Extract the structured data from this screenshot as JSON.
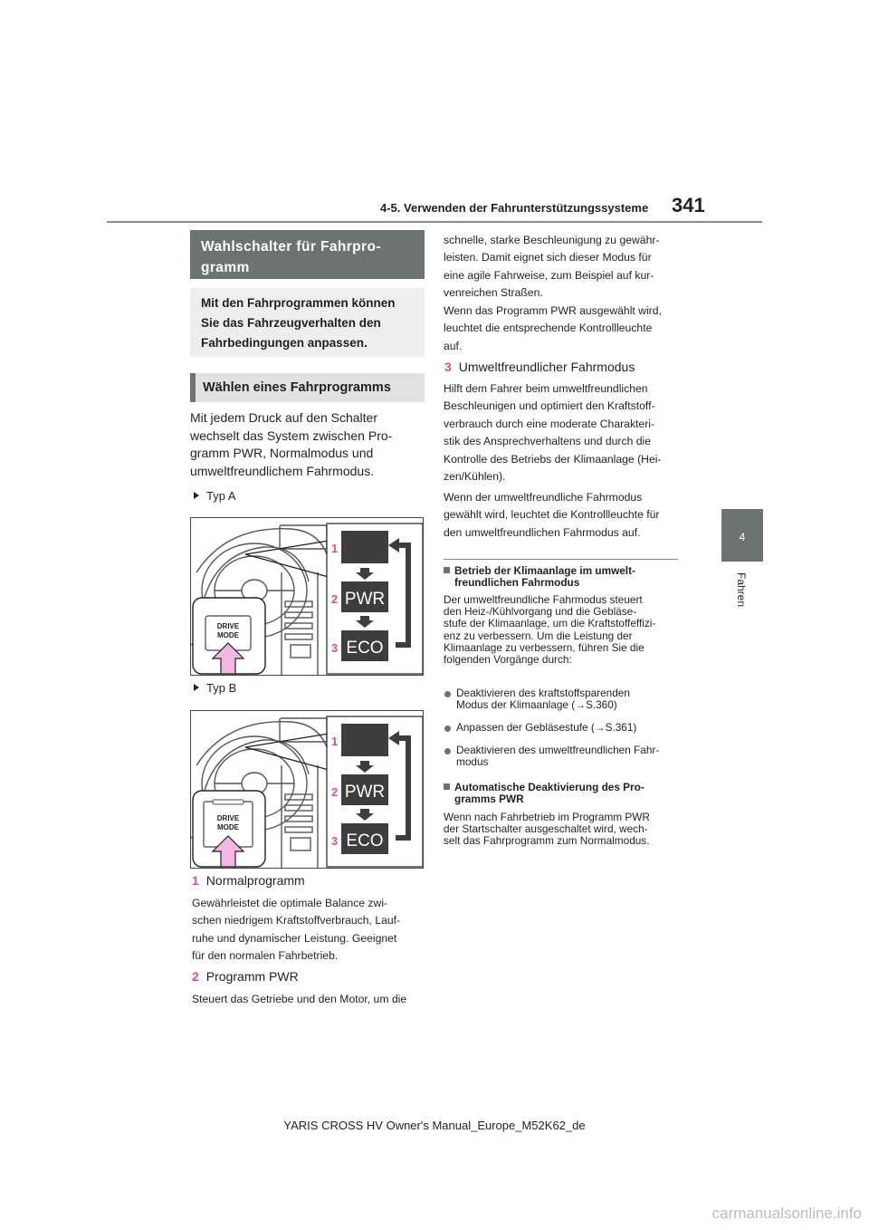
{
  "header": {
    "title": "4-5. Verwenden der Fahrunterstützungssysteme",
    "page_number": "341"
  },
  "chapter_tab": {
    "number": "4",
    "name": "Fahren"
  },
  "section": {
    "title_line1": "Wahlschalter für Fahrpro-",
    "title_line2": "gramm",
    "intro_line1": "Mit den Fahrprogrammen können",
    "intro_line2": "Sie das Fahrzeugverhalten den",
    "intro_line3": "Fahrbedingungen anpassen."
  },
  "subsection": {
    "title": "Wählen eines Fahrprogramms",
    "body_line1": "Mit jedem Druck auf den Schalter",
    "body_line2": "wechselt das System zwischen Pro-",
    "body_line3": "gramm PWR, Normalmodus und",
    "body_line4": "umweltfreundlichem Fahrmodus."
  },
  "figures": {
    "type_a_label": "Typ A",
    "type_b_label": "Typ B",
    "switch_label_line1": "DRIVE",
    "switch_label_line2": "MODE",
    "callout_1": "1",
    "callout_2": "2",
    "callout_3": "3",
    "indicator_pwr": "PWR",
    "indicator_eco": "ECO"
  },
  "items": {
    "item1_num": "1",
    "item1_title": "Normalprogramm",
    "item1_line1": "Gewährleistet die optimale Balance zwi-",
    "item1_line2": "schen niedrigem Kraftstoffverbrauch, Lauf-",
    "item1_line3": "ruhe und dynamischer Leistung. Geeignet",
    "item1_line4": "für den normalen Fahrbetrieb.",
    "item2_num": "2",
    "item2_title": "Programm PWR",
    "item2_line1": "Steuert das Getriebe und den Motor, um die",
    "item2_line2": "schnelle, starke Beschleunigung zu gewähr-",
    "item2_line3": "leisten. Damit eignet sich dieser Modus für",
    "item2_line4": "eine agile Fahrweise, zum Beispiel auf kur-",
    "item2_line5": "venreichen Straßen.",
    "item2_line6": "Wenn das Programm PWR ausgewählt wird,",
    "item2_line7": "leuchtet die entsprechende Kontrollleuchte",
    "item2_line8": "auf.",
    "item3_num": "3",
    "item3_title": "Umweltfreundlicher Fahrmodus",
    "item3_line1": "Hilft dem Fahrer beim umweltfreundlichen",
    "item3_line2": "Beschleunigen und optimiert den Kraftstoff-",
    "item3_line3": "verbrauch durch eine moderate Charakteri-",
    "item3_line4": "stik des Ansprechverhaltens und durch die",
    "item3_line5": "Kontrolle des Betriebs der Klimaanlage (Hei-",
    "item3_line6": "zen/Kühlen).",
    "item3_line7": "Wenn der umweltfreundliche Fahrmodus",
    "item3_line8": "gewählt wird, leuchtet die Kontrollleuchte für",
    "item3_line9": "den umweltfreundlichen Fahrmodus auf."
  },
  "notes": {
    "note1_title_line1": "Betrieb der Klimaanlage im umwelt-",
    "note1_title_line2": "freundlichen Fahrmodus",
    "note1_line1": "Der umweltfreundliche Fahrmodus steuert",
    "note1_line2": "den Heiz-/Kühlvorgang und die Gebläse-",
    "note1_line3": "stufe der Klimaanlage, um die Kraftstoffeffizi-",
    "note1_line4": "enz zu verbessern. Um die Leistung der",
    "note1_line5": "Klimaanlage zu verbessern, führen Sie die",
    "note1_line6": "folgenden Vorgänge durch:",
    "bullet1_line1": "Deaktivieren des kraftstoffsparenden",
    "bullet1_line2": "Modus der Klimaanlage (→S.360)",
    "bullet2_line1": "Anpassen der Gebläsestufe (→S.361)",
    "bullet3_line1": "Deaktivieren des umweltfreundlichen Fahr-",
    "bullet3_line2": "modus",
    "note2_title_line1": "Automatische Deaktivierung des Pro-",
    "note2_title_line2": "gramms PWR",
    "note2_line1": "Wenn nach Fahrbetrieb im Programm PWR",
    "note2_line2": "der Startschalter ausgeschaltet wird, wech-",
    "note2_line3": "selt das Fahrprogramm zum Normalmodus."
  },
  "footer": {
    "manual_id": "YARIS CROSS HV Owner's Manual_Europe_M52K62_de",
    "watermark": "carmanualsonline.info"
  },
  "colors": {
    "section_gray": "#6d7371",
    "accent_pink": "#d14ea5",
    "arrow_pink": "#f2b7e3"
  }
}
